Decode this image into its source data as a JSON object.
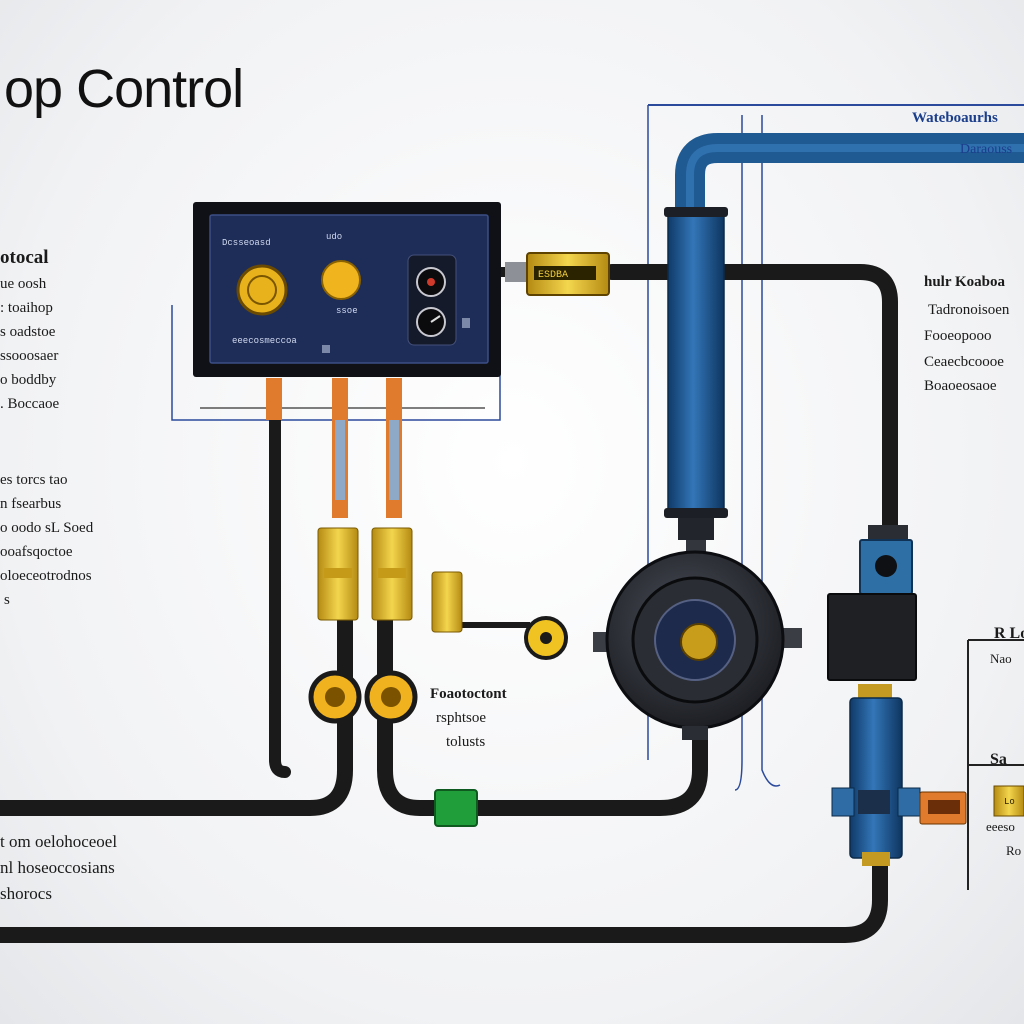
{
  "title": "op Control",
  "header_right": {
    "line1": "Wateboaurhs",
    "line2": "Daraouss"
  },
  "left_block_1": [
    "otocal",
    "ue oosh",
    ": toaihop",
    "s oadstoe",
    "ssooosaer",
    "o boddby",
    ". Boccaoe"
  ],
  "left_block_2": [
    "es torcs tao",
    "n fsearbus",
    "o oodo sL Soed",
    "ooafsqoctoe",
    "oloeceotrodnos",
    "s"
  ],
  "left_block_3": [
    "t om oelohoceoel",
    "nl hoseoccosians",
    "shorocs"
  ],
  "panel": {
    "label_left": "Dcsseoasd",
    "label_top": "udo",
    "label_small1": "ssoe",
    "label_bottom": "eeecosmeccoa"
  },
  "center_label": [
    "Foaotoctont",
    "rsphtsoe",
    "tolusts"
  ],
  "right_block": [
    "hulr Koaboa",
    "Tadronoisoen",
    "Fooeopooo",
    "Ceaecbcoooe",
    "Boaoeosaoe"
  ],
  "right_lower": {
    "top1": "R Lo",
    "top2": "Nao",
    "mid1": "Sa",
    "mid2": "eeeso",
    "mid3": "Ro"
  },
  "tags": {
    "solenoid": "ESDBA",
    "valve_right": "Lo"
  },
  "colors": {
    "pipe_black": "#1a1a1a",
    "pipe_blue": "#1f5a92",
    "brass": "#e4bf2c",
    "copper": "#e07a2c",
    "panel": "#1e2c58",
    "green": "#1f9e3a",
    "outline_blue": "#2c4a9c"
  }
}
